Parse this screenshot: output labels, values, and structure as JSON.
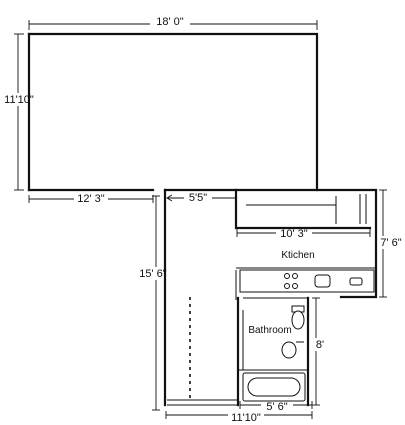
{
  "dimensions": {
    "overall_width": "18' 0\"",
    "living_height": "11'10\"",
    "living_bottom_left": "12' 3\"",
    "corridor_gap": "5'5\"",
    "kitchen_width": "10' 3\"",
    "kitchen_height": "7' 6\"",
    "corridor_length": "15' 6\"",
    "bathroom_height": "8'",
    "bathroom_width": "5' 6\"",
    "bottom_width": "11'10\""
  },
  "rooms": {
    "kitchen": "Ktichen",
    "bathroom": "Bathroom"
  }
}
